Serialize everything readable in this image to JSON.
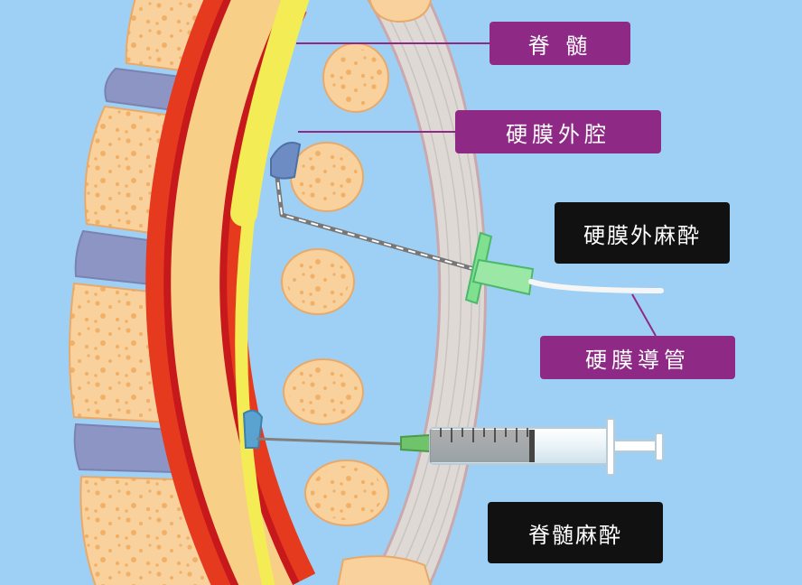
{
  "labels": {
    "spinal_cord": "脊 髄",
    "epidural_space": "硬膜外腔",
    "epidural_anesthesia": "硬膜外麻酔",
    "epidural_catheter": "硬膜導管",
    "spinal_anesthesia": "脊髄麻酔"
  },
  "colors": {
    "background": "#9ed0f5",
    "label_purple": "#8e2a86",
    "label_black": "#111111",
    "vertebra": "#f8d19c",
    "disc": "#8c95c4",
    "dura_outer": "#e63a1f",
    "dura_inner": "#c7181c",
    "spinal_cord": "#f3ec55",
    "syringe_hub": "#6fc36b",
    "catheter_hub": "#7fe090"
  }
}
